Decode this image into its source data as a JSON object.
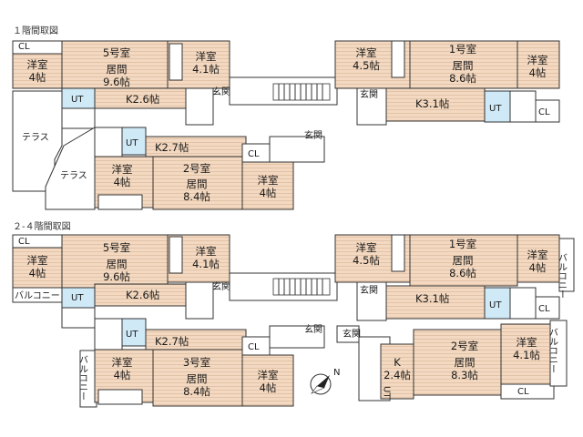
{
  "floor1": {
    "title": "１階間取図",
    "unit5": {
      "cl": "CL",
      "yoshitsu4": "洋室\n4帖",
      "name": "5号室",
      "living": "居間\n9.6帖",
      "yoshitsu41": "洋室\n4.1帖",
      "ut": "UT",
      "kitchen": "K2.6帖",
      "entrance": "玄関"
    },
    "unit1": {
      "yoshitsu45": "洋室\n4.5帖",
      "name": "1号室",
      "living": "居間\n8.6帖",
      "yoshitsu4": "洋室\n4帖",
      "entrance": "玄関",
      "kitchen": "K3.1帖",
      "ut": "UT",
      "cl": "CL"
    },
    "unit2": {
      "ut": "UT",
      "kitchen": "K2.7帖",
      "yoshitsu4a": "洋室\n4帖",
      "name": "2号室",
      "living": "居間\n8.4帖",
      "yoshitsu4b": "洋室\n4帖",
      "cl": "CL",
      "entrance": "玄関"
    },
    "terrace_a": "テラス",
    "terrace_b": "テラス"
  },
  "floor2": {
    "title": "２-４階間取図",
    "unit5": {
      "cl": "CL",
      "yoshitsu4": "洋室\n4帖",
      "name": "5号室",
      "living": "居間\n9.6帖",
      "yoshitsu41": "洋室\n4.1帖",
      "ut": "UT",
      "kitchen": "K2.6帖",
      "entrance": "玄関",
      "balcony": "バルコニー"
    },
    "unit1": {
      "yoshitsu45": "洋室\n4.5帖",
      "name": "1号室",
      "living": "居間\n8.6帖",
      "yoshitsu4": "洋室\n4帖",
      "entrance": "玄関",
      "kitchen": "K3.1帖",
      "ut": "UT",
      "cl": "CL",
      "balcony": "バルコニー"
    },
    "unit3": {
      "ut": "UT",
      "kitchen": "K2.7帖",
      "yoshitsu4a": "洋室\n4帖",
      "name": "3号室",
      "living": "居間\n8.4帖",
      "yoshitsu4b": "洋室\n4帖",
      "cl": "CL",
      "entrance": "玄関",
      "balcony": "バルコニー"
    },
    "unit2": {
      "kitchen": "K\n2.4帖",
      "ut": "UT",
      "name": "2号室",
      "living": "居間\n8.3帖",
      "yoshitsu41": "洋室\n4.1帖",
      "cl": "CL",
      "entrance": "玄関",
      "balcony": "バルコニー"
    },
    "compass": "N"
  },
  "colors": {
    "wood": "#f3d9c1",
    "wet": "#cfe9f7"
  }
}
